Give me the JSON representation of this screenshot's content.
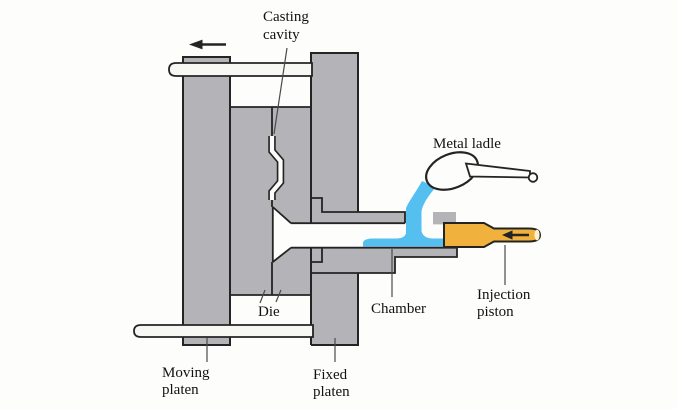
{
  "figure": {
    "labels": {
      "casting_cavity": [
        "Casting",
        "cavity"
      ],
      "metal_ladle": "Metal ladle",
      "chamber": "Chamber",
      "injection_piston": [
        "Injection",
        "piston"
      ],
      "die": "Die",
      "moving_platen": [
        "Moving",
        "platen"
      ],
      "fixed_platen": [
        "Fixed",
        "platen"
      ]
    },
    "arrows": {
      "platen_motion": "left",
      "piston_motion": "left"
    },
    "colors": {
      "background": "#fdfdfc",
      "metal_gray": "#b4b3b8",
      "outline": "#242424",
      "molten_metal_blue": "#55c0ef",
      "piston_orange": "#f0b23c",
      "rod_white": "#f7f7f4",
      "label_text": "#121212",
      "leader_line": "#4a4a4a"
    }
  }
}
